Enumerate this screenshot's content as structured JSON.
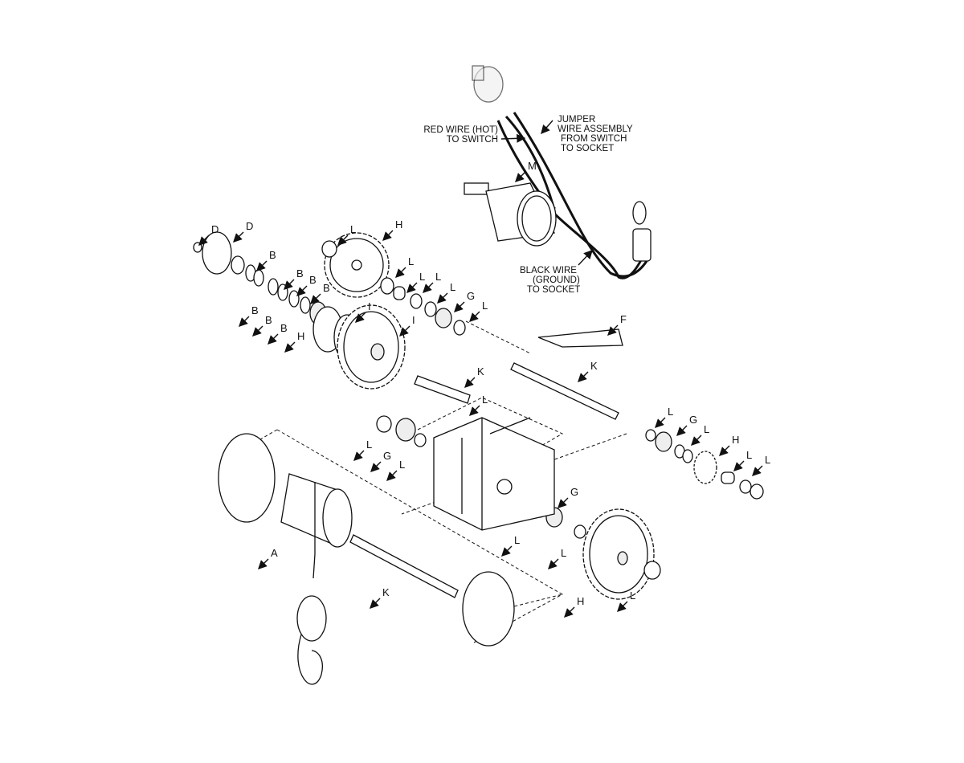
{
  "callouts": {
    "red_wire": [
      "RED WIRE (HOT)",
      "TO SWITCH"
    ],
    "jumper": [
      "JUMPER",
      "WIRE ASSEMBLY",
      "FROM SWITCH",
      "TO SOCKET"
    ],
    "black_wire": [
      "BLACK WIRE",
      "(GROUND)",
      "TO SOCKET"
    ]
  },
  "labels": [
    "D",
    "D",
    "L",
    "H",
    "B",
    "B",
    "B",
    "B",
    "B",
    "B",
    "B",
    "H",
    "L",
    "L",
    "L",
    "L",
    "G",
    "L",
    "I",
    "I",
    "F",
    "K",
    "K",
    "L",
    "L",
    "G",
    "L",
    "L",
    "G",
    "L",
    "H",
    "L",
    "L",
    "G",
    "L",
    "L",
    "A",
    "K",
    "H",
    "L",
    "M"
  ]
}
